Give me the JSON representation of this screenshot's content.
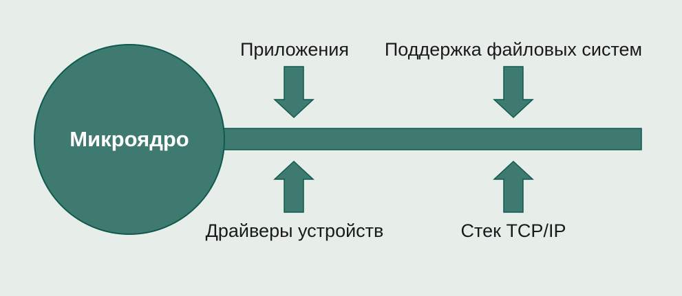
{
  "diagram": {
    "core": {
      "label": "Микроядро"
    },
    "components": [
      {
        "id": "apps",
        "label": "Приложения",
        "direction": "down"
      },
      {
        "id": "fs",
        "label": "Поддержка файловых систем",
        "direction": "down"
      },
      {
        "id": "drivers",
        "label": "Драйверы устройств",
        "direction": "up"
      },
      {
        "id": "tcpip",
        "label": "Стек TCP/IP",
        "direction": "up"
      }
    ],
    "colors": {
      "background": "#e7eee9",
      "fill": "#3f7a70",
      "stroke": "#0e5a4c"
    }
  }
}
